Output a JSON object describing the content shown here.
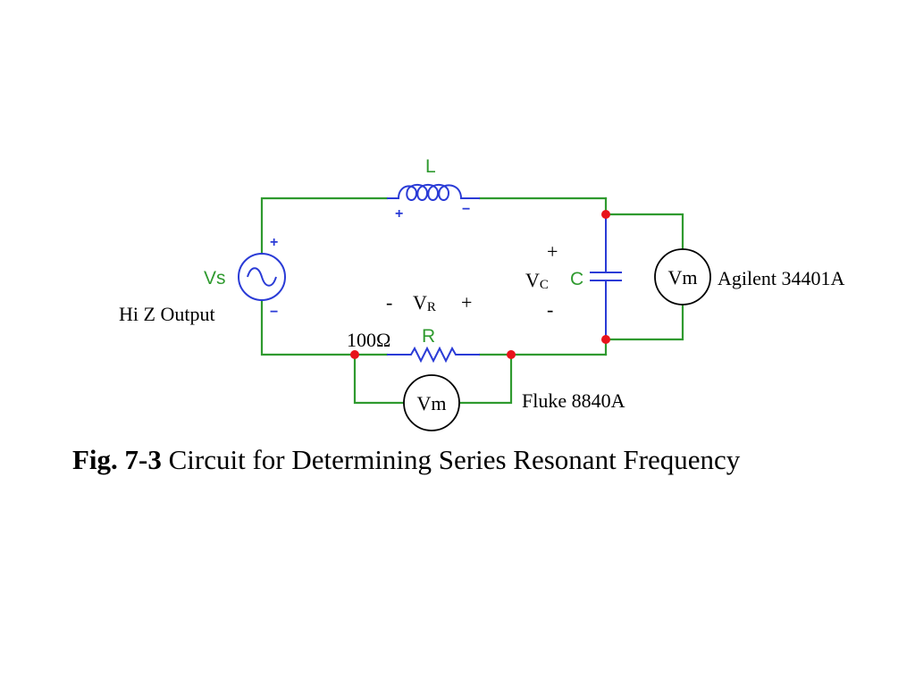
{
  "colors": {
    "wire": "#2f9a2f",
    "component": "#2a3bd6",
    "label_green": "#2f9a2f",
    "node": "#e8141c",
    "text": "#000000"
  },
  "components": {
    "inductor": {
      "label": "L",
      "plus": "+",
      "minus": "−"
    },
    "source": {
      "label": "Vs",
      "plus": "+",
      "minus": "−",
      "note": "Hi Z Output"
    },
    "capacitor": {
      "label": "C",
      "plus": "+",
      "minus": "-",
      "v_main": "V",
      "v_sub": "C"
    },
    "resistor": {
      "label": "R",
      "value": "100Ω",
      "plus": "+",
      "minus": "-",
      "v_main": "V",
      "v_sub": "R"
    }
  },
  "meters": {
    "right": {
      "label": "Vm",
      "model": "Agilent 34401A"
    },
    "bottom": {
      "label": "Vm",
      "model": "Fluke 8840A"
    }
  },
  "caption": {
    "prefix": "Fig. 7-3",
    "text": " Circuit for Determining Series Resonant Frequency"
  }
}
